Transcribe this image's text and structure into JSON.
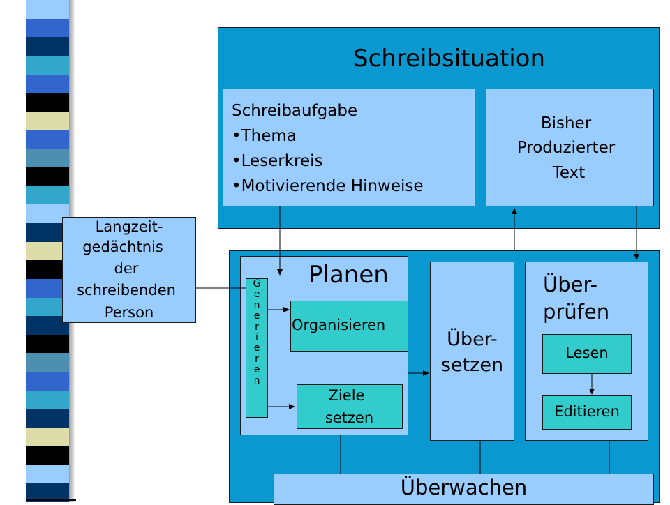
{
  "strip_colors": [
    "#99ccff",
    "#3366cc",
    "#003366",
    "#33a6cc",
    "#3366cc",
    "#000000",
    "#ddddaa",
    "#3366cc",
    "#4d8fb0",
    "#000000",
    "#33a6cc",
    "#99ccff",
    "#003366",
    "#ddddaa",
    "#000000",
    "#3366cc",
    "#33a6cc",
    "#003366",
    "#000000",
    "#4d8fb0",
    "#3366cc",
    "#33a6cc",
    "#003366",
    "#ddddaa",
    "#000000",
    "#99ccff",
    "#003366"
  ],
  "colors": {
    "panel": "#0998d0",
    "light_box": "#99ccff",
    "teal_box": "#33cccc"
  },
  "schreibsituation": {
    "title": "Schreibsituation",
    "schreibaufgabe": {
      "heading": "Schreibaufgabe",
      "items": [
        "•Thema",
        "•Leserkreis",
        "•Motivierende Hinweise"
      ]
    },
    "text_box": {
      "lines": [
        "Bisher",
        "Produzierter",
        "Text"
      ]
    }
  },
  "memory": {
    "lines": [
      "Langzeit-",
      "gedächtnis",
      "der",
      "schreibenden",
      "Person"
    ]
  },
  "planen": {
    "title": "Planen",
    "generieren": [
      "G",
      "e",
      "n",
      "e",
      "r",
      "i",
      "e",
      "r",
      "e",
      "n"
    ],
    "organisieren": "Organisieren",
    "ziele": [
      "Ziele",
      "setzen"
    ]
  },
  "uebersetzen": [
    "Über-",
    "setzen"
  ],
  "ueberpruefen": {
    "title": [
      "Über-",
      "prüfen"
    ],
    "lesen": "Lesen",
    "editieren": "Editieren"
  },
  "ueberwachen": "Überwachen"
}
